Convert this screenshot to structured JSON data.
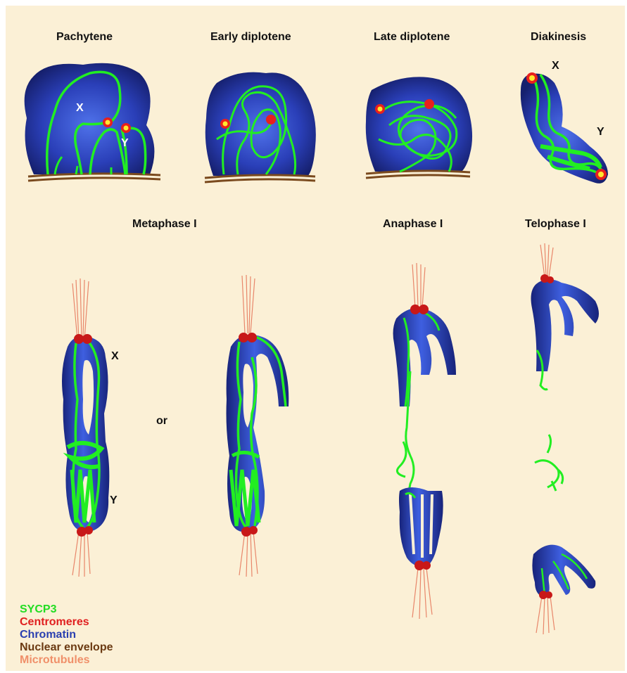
{
  "stages": {
    "pachytene": "Pachytene",
    "early_diplotene": "Early diplotene",
    "late_diplotene": "Late diplotene",
    "diakinesis": "Diakinesis",
    "metaphase": "Metaphase I",
    "anaphase": "Anaphase I",
    "telophase": "Telophase I"
  },
  "chrom_labels": {
    "x_pach": "X",
    "y_pach": "Y",
    "x_diak": "X",
    "y_diak": "Y",
    "x_meta": "X",
    "y_meta": "Y"
  },
  "or_text": "or",
  "legend": [
    {
      "label": "SYCP3",
      "color": "#22dd22"
    },
    {
      "label": "Centromeres",
      "color": "#e02020"
    },
    {
      "label": "Chromatin",
      "color": "#2a3fb0"
    },
    {
      "label": "Nuclear envelope",
      "color": "#6b3a12"
    },
    {
      "label": "Microtubules",
      "color": "#f0906a"
    }
  ],
  "colors": {
    "background": "#fbf0d6",
    "sycp3": "#22ee22",
    "centromere": "#e8201c",
    "centromere_highlight": "#ffe830",
    "chromatin": "#1e2f9a",
    "chromatin_light": "#4a6ae0",
    "envelope": "#7a4a1e",
    "microtubule": "#e8866a"
  }
}
